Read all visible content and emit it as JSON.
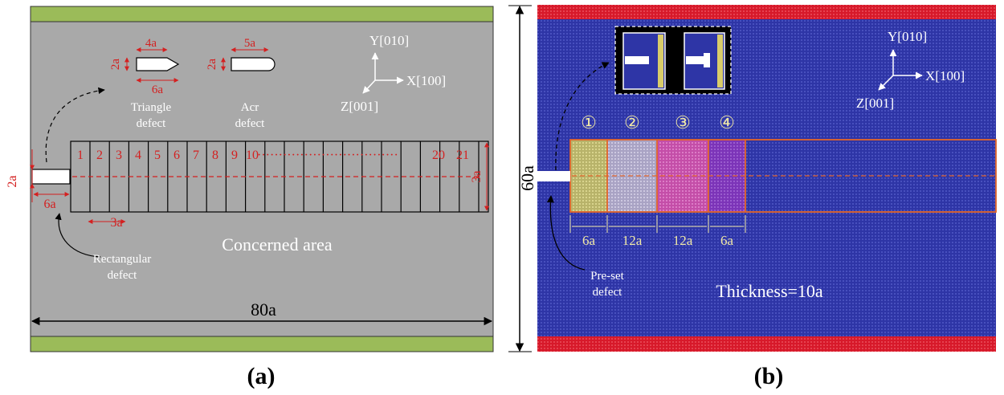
{
  "colors": {
    "plate_gray": "#a9a9a9",
    "boundary_green": "#9bbb59",
    "defect_red": "#d42020",
    "md_blue": "#2e35a6",
    "md_red_layer": "#d7192a",
    "region_orange": "#e2652a",
    "region1": "#b8b36a",
    "region2": "#a9a3c4",
    "region3": "#c44ea8",
    "region4": "#7c34b8",
    "inset_text": "#f1e9a7"
  },
  "panel_a": {
    "label": "(a)",
    "strip_numbers": [
      "1",
      "2",
      "3",
      "4",
      "5",
      "6",
      "7",
      "8",
      "9",
      "10",
      "20",
      "21"
    ],
    "strip_dots": "·································",
    "inset_triangle": {
      "top_dim": "4a",
      "side_dim": "2a",
      "bottom_dim": "6a",
      "caption_line1": "Triangle",
      "caption_line2": "defect"
    },
    "inset_arc": {
      "top_dim": "5a",
      "side_dim": "2a",
      "caption_line1": "Acr",
      "caption_line2": "defect"
    },
    "axes": {
      "y": "Y[010]",
      "x": "X[100]",
      "z": "Z[001]"
    },
    "crack_height": "2a",
    "crack_length": "6a",
    "strip_width": "3a",
    "area_height": "3a",
    "concerned_area": "Concerned area",
    "rect_caption_line1": "Rectangular",
    "rect_caption_line2": "defect",
    "width_dim": "80a"
  },
  "panel_b": {
    "label": "(b)",
    "height_dim": "60a",
    "axes": {
      "y": "Y[010]",
      "x": "X[100]",
      "z": "Z[001]"
    },
    "region_labels": [
      "①",
      "②",
      "③",
      "④"
    ],
    "region_dims": [
      "6a",
      "12a",
      "12a",
      "6a"
    ],
    "preset_line1": "Pre-set",
    "preset_line2": "defect",
    "thickness": "Thickness=10a"
  }
}
